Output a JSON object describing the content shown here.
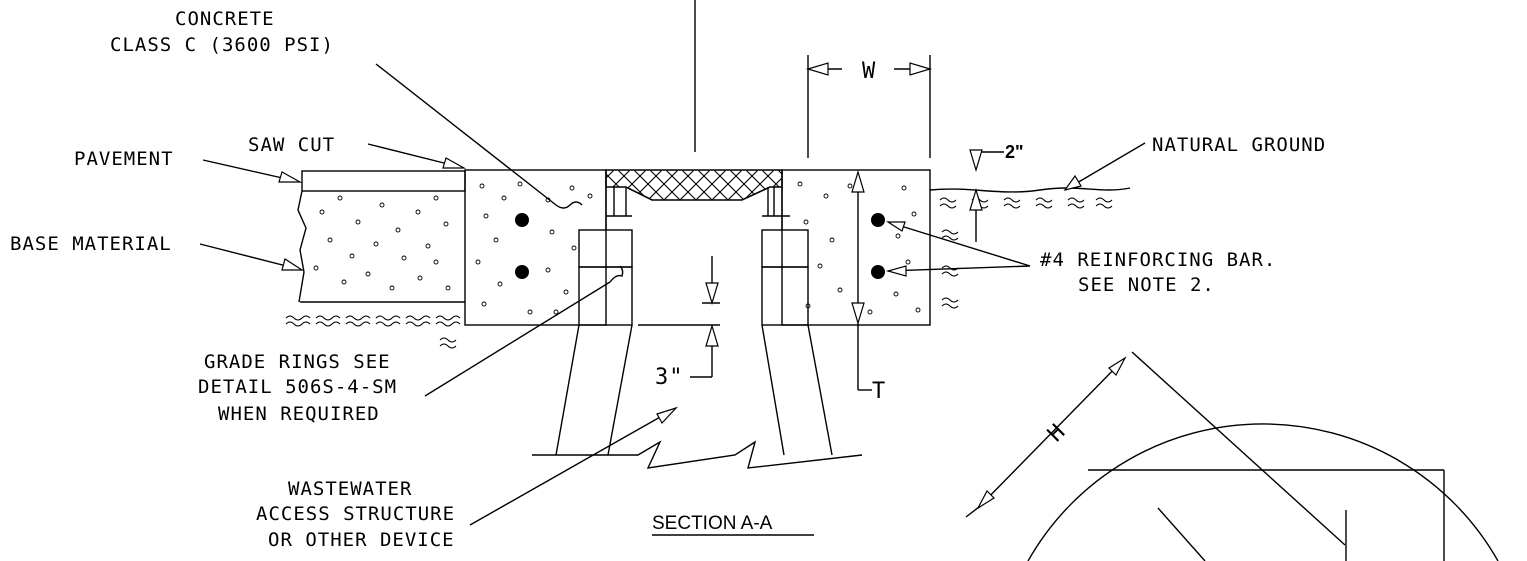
{
  "labels": {
    "concrete_1": "CONCRETE",
    "concrete_2": "CLASS C (3600 PSI)",
    "saw_cut": "SAW CUT",
    "pavement": "PAVEMENT",
    "base_material": "BASE MATERIAL",
    "grade_rings_1": "GRADE RINGS SEE",
    "grade_rings_2": "DETAIL 506S-4-SM",
    "grade_rings_3": "WHEN REQUIRED",
    "wastewater_1": "WASTEWATER",
    "wastewater_2": "ACCESS STRUCTURE",
    "wastewater_3": "OR OTHER DEVICE",
    "natural_ground": "NATURAL GROUND",
    "rebar_1": "#4 REINFORCING BAR.",
    "rebar_2": "SEE NOTE 2.",
    "section_title": "SECTION A-A"
  },
  "dimensions": {
    "width": "W",
    "two_inch": "2\"",
    "three_inch": "3\"",
    "thickness": "T",
    "height": "H"
  }
}
